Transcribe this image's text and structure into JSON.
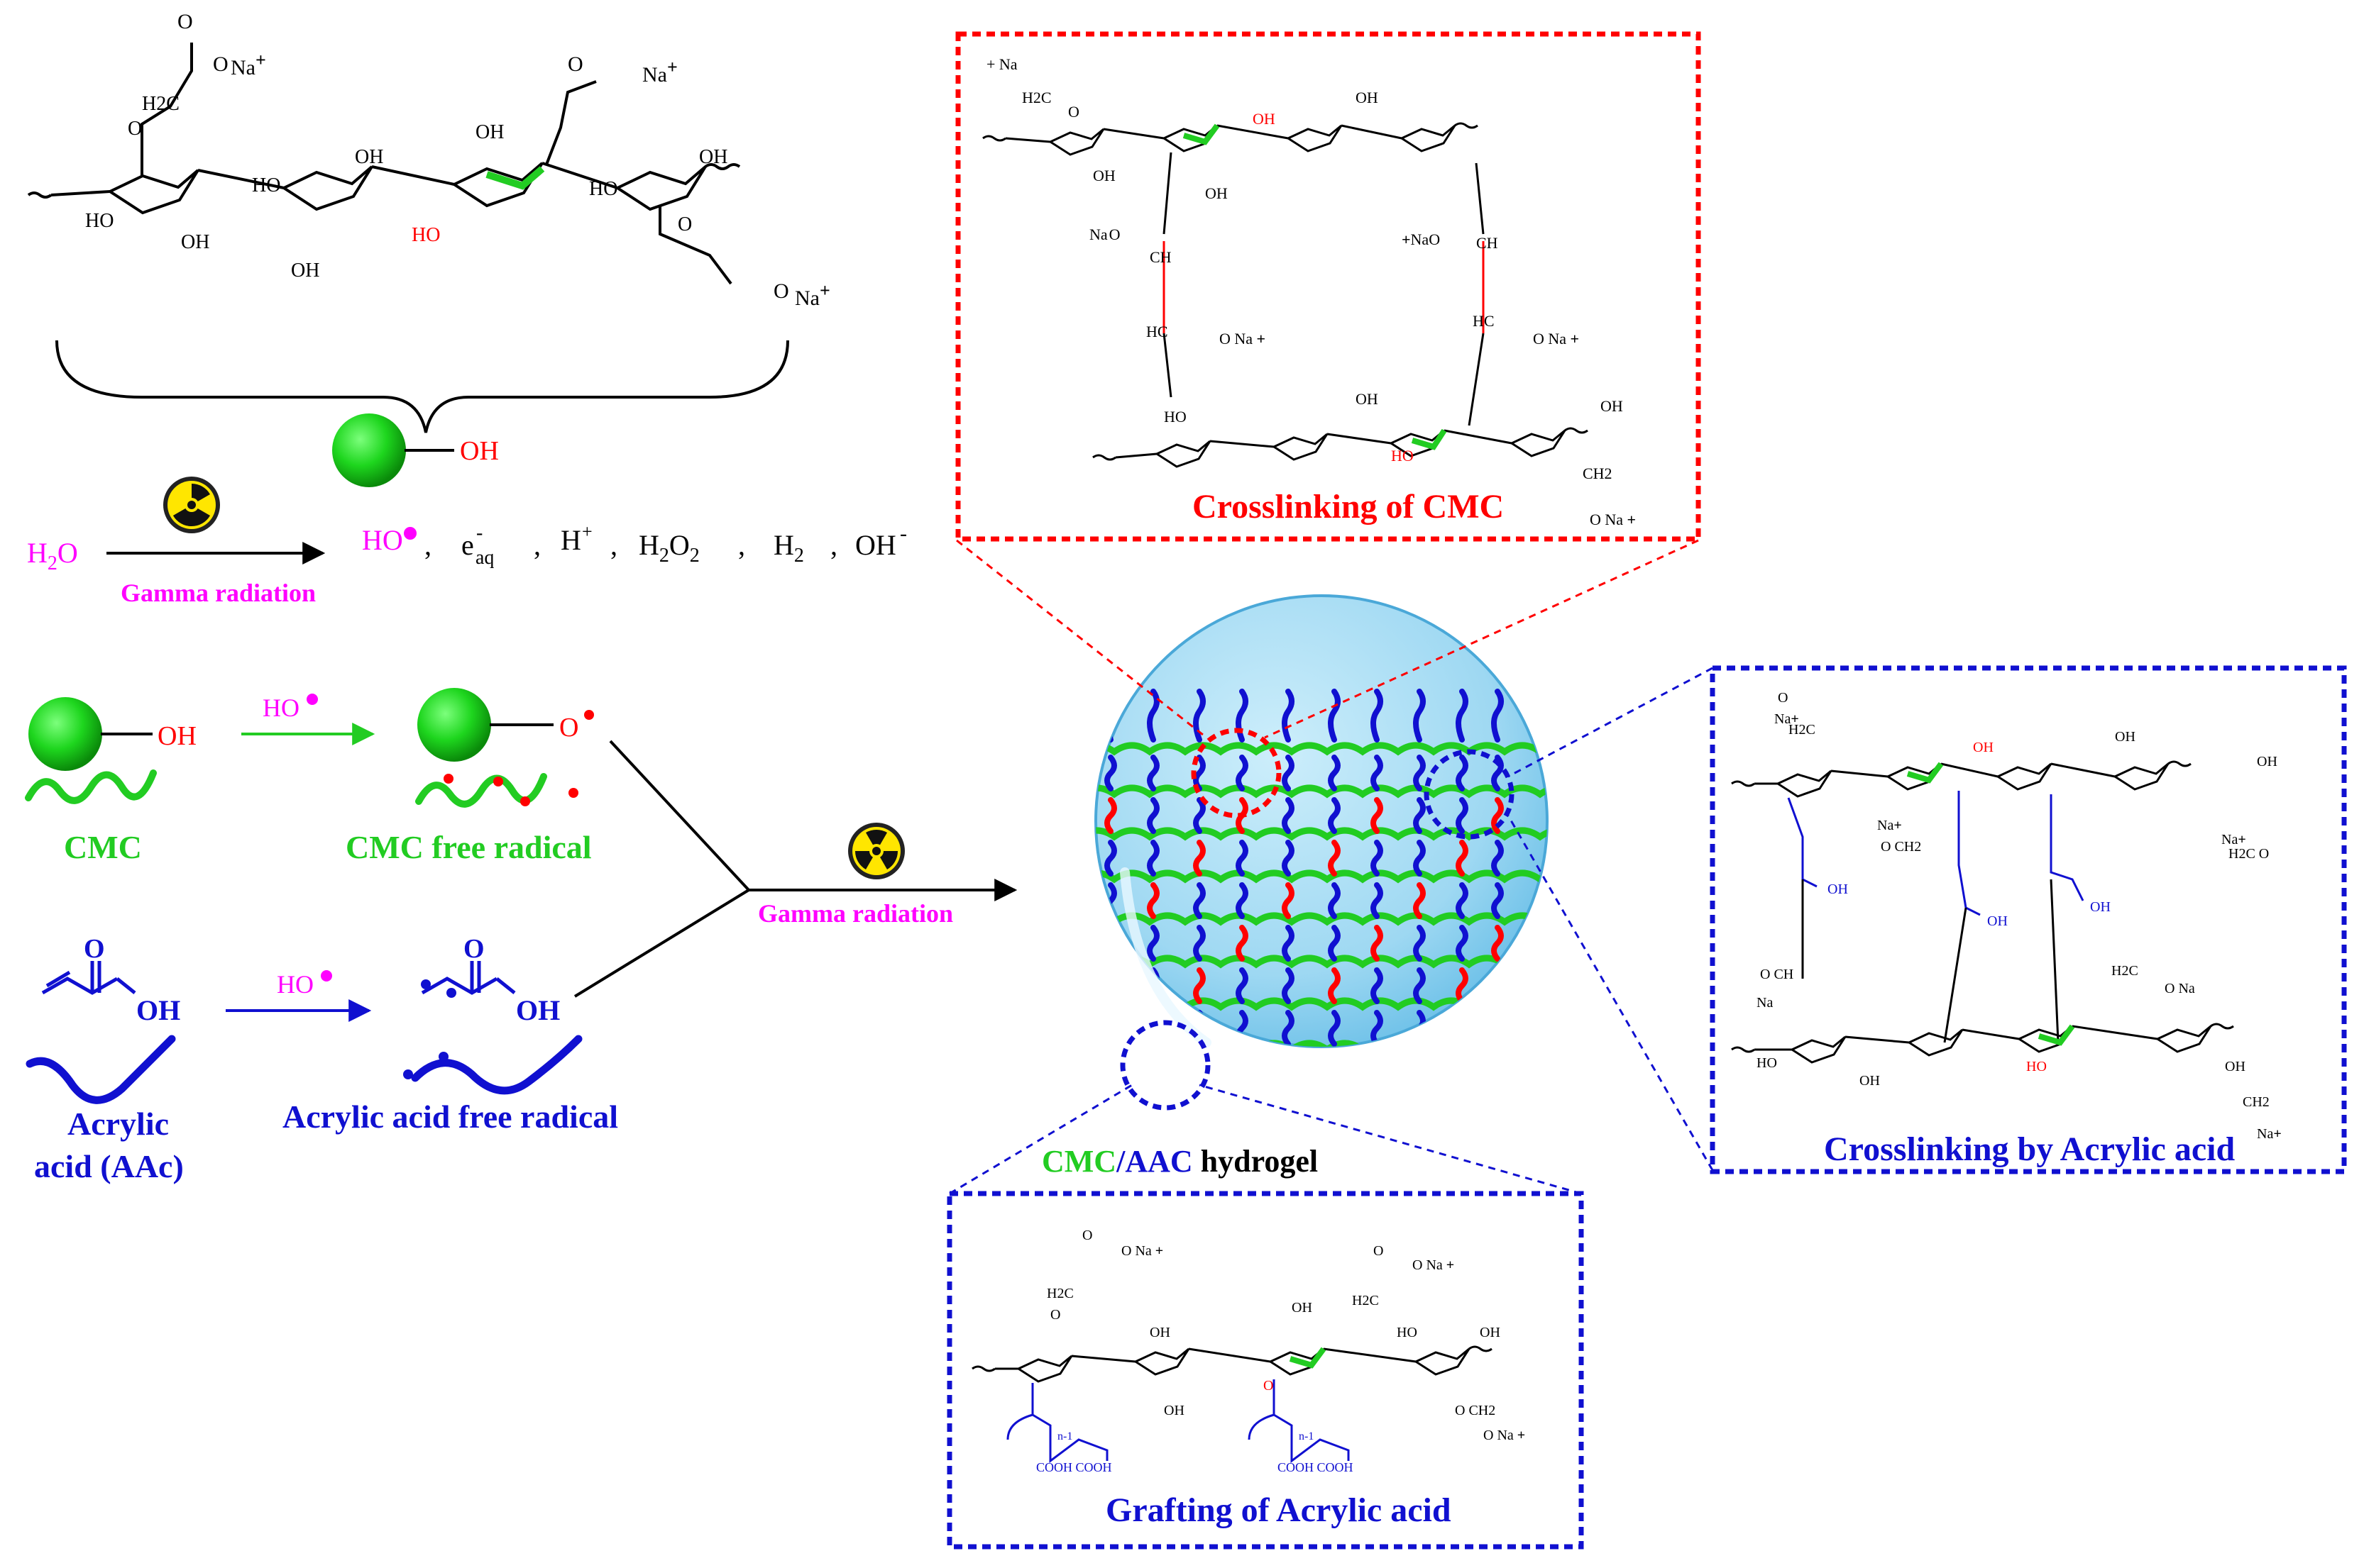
{
  "colors": {
    "magenta": "#ff00ff",
    "green": "#22cc22",
    "red": "#ff0000",
    "blue": "#1010d0",
    "black": "#000000",
    "bubble": "#9ed8f2",
    "radiation_yellow": "#ffe600"
  },
  "icons": [
    "radiation-icon",
    "cmc-sphere-icon",
    "cmc-chain-icon",
    "aac-chain-icon",
    "hydrogel-network-icon"
  ],
  "water_radiolysis": {
    "reactant": "H2O",
    "label": "Gamma radiation",
    "products": [
      "HO",
      "e",
      "aq",
      "H",
      "+",
      "H2O2",
      "H2",
      "OH",
      "-"
    ],
    "sep": ","
  },
  "oh_label": "OH",
  "ho_radical": "HO",
  "o_radical": "O",
  "cmc": {
    "label": "CMC",
    "radical_label": "CMC free radical"
  },
  "aac": {
    "label_line1": "Acrylic",
    "label_line2": "acid (AAc)",
    "radical_label": "Acrylic acid free radical",
    "oh": "OH",
    "o": "O"
  },
  "center_arrow_label": "Gamma radiation",
  "hydrogel": {
    "cmc": "CMC",
    "slash": "/",
    "aac": "AAC",
    "rest": " hydrogel"
  },
  "boxes": {
    "crosslinking_cmc": "Crosslinking of CMC",
    "crosslinking_aac": "Crosslinking by Acrylic acid",
    "grafting": "Grafting of Acrylic acid"
  },
  "chem": {
    "oh": "OH",
    "ho": "HO",
    "o": "O",
    "h2c": "H2C",
    "ch2": "CH2",
    "ch": "CH",
    "hc": "HC",
    "na": "Na",
    "plus": "+",
    "minus": "-",
    "cooh_pair": "COOH COOH",
    "n1": "n-1"
  }
}
